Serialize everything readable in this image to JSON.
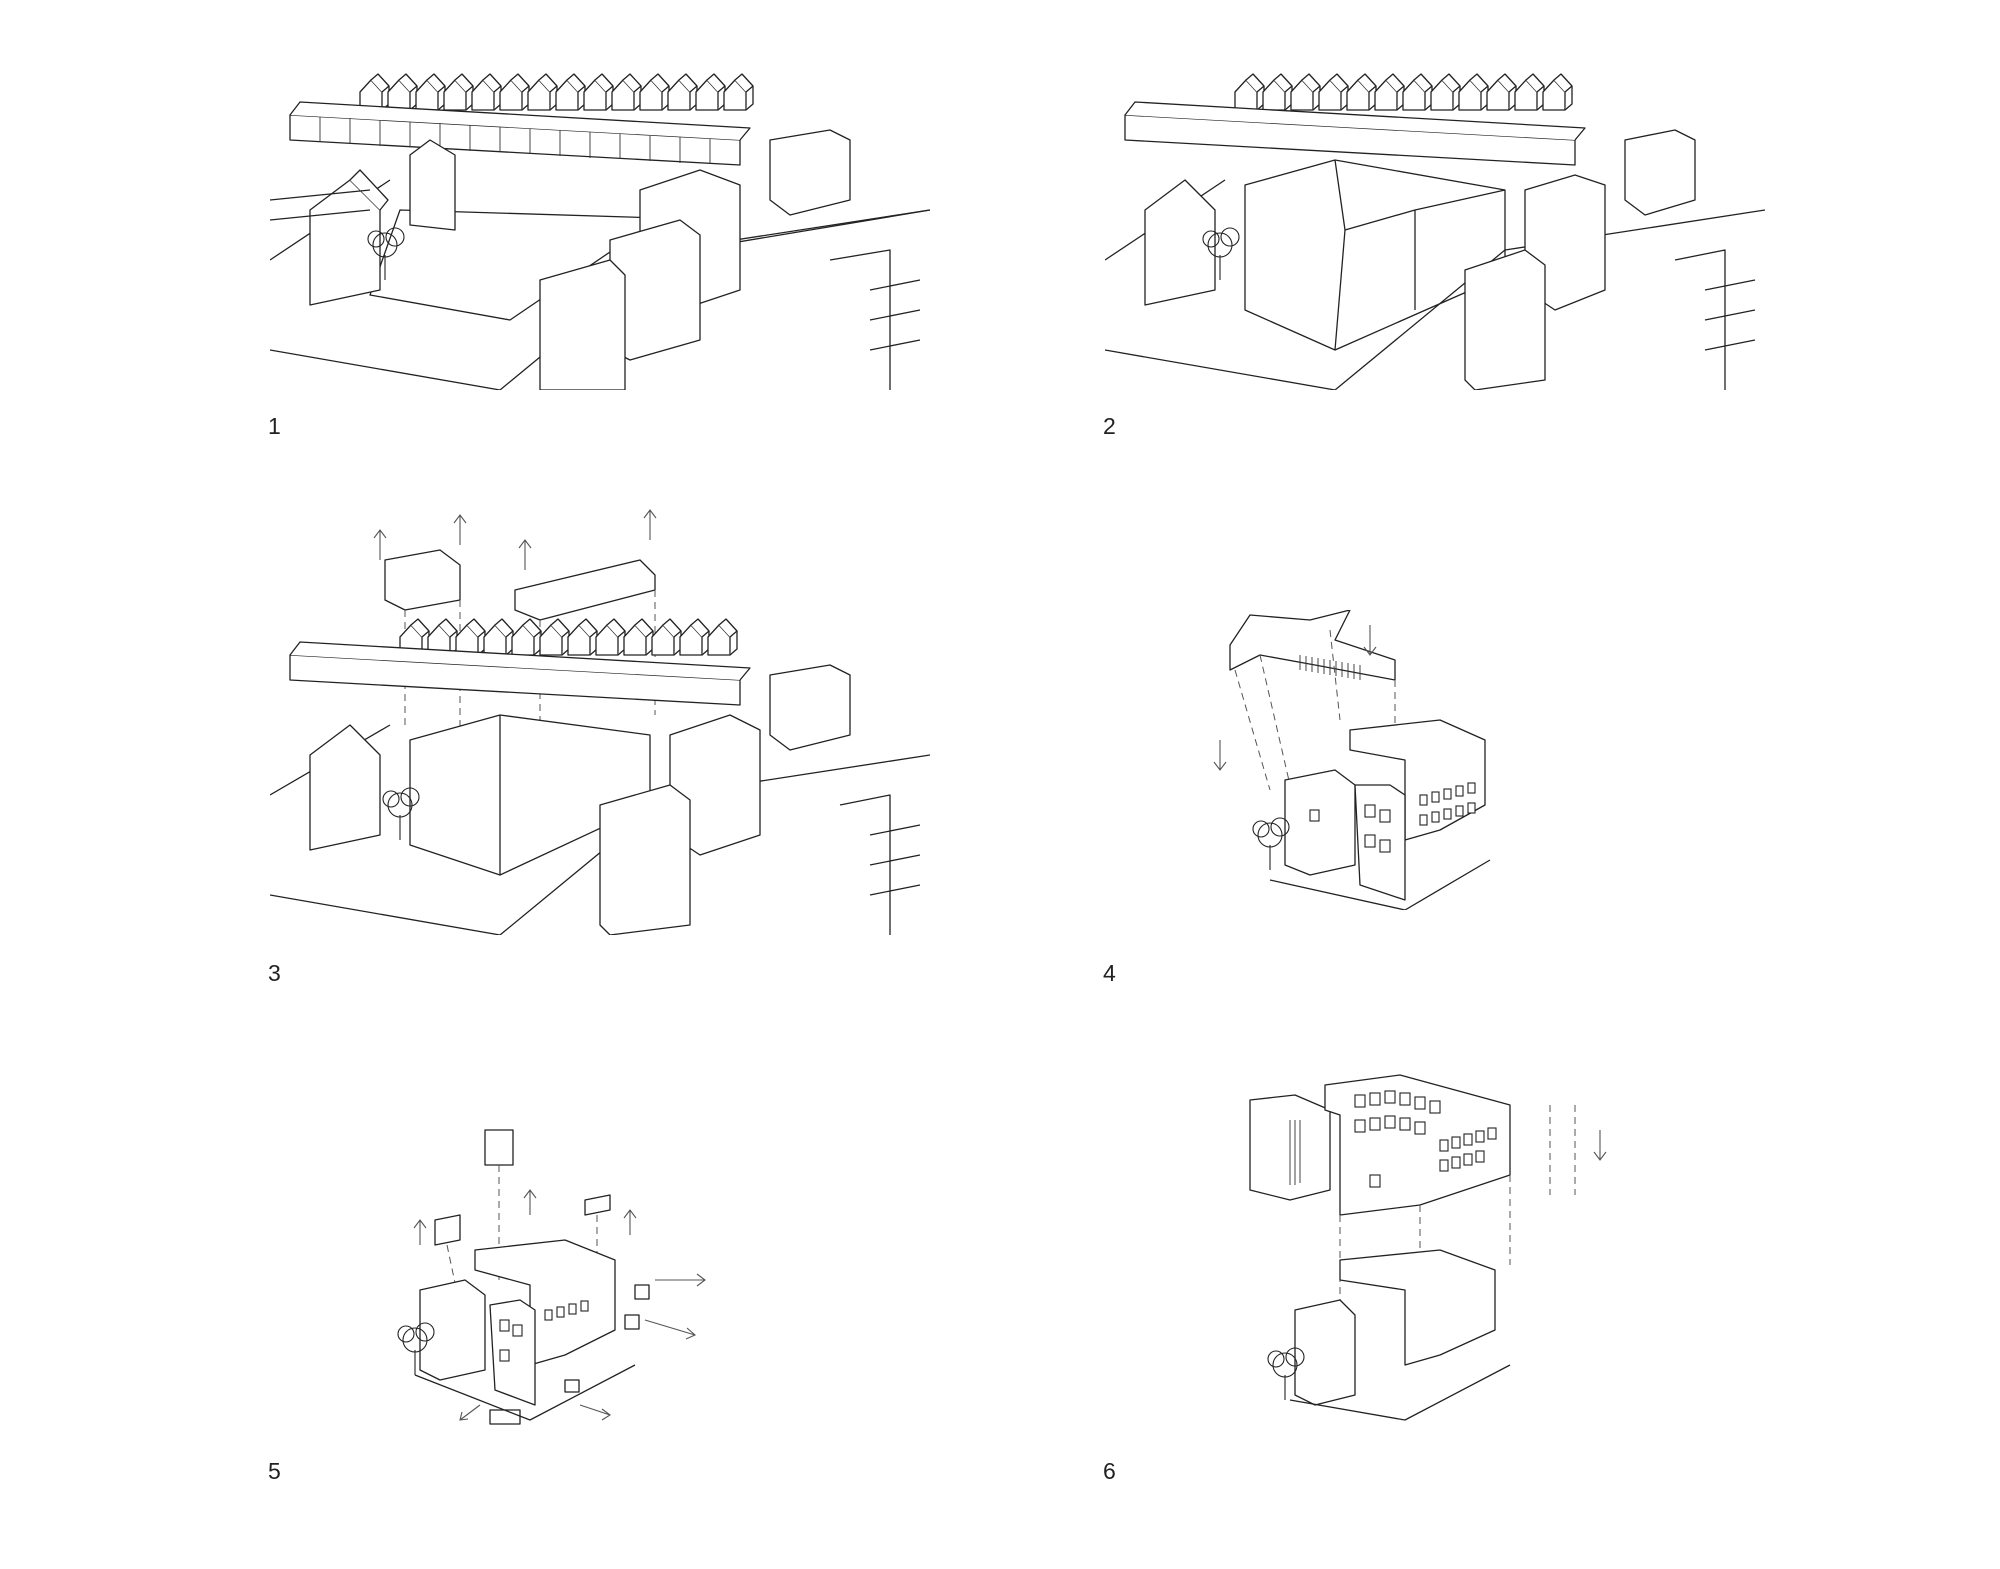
{
  "steps": [
    {
      "label": "1"
    },
    {
      "label": "2"
    },
    {
      "label": "3"
    },
    {
      "label": "4"
    },
    {
      "label": "5"
    },
    {
      "label": "6"
    }
  ],
  "icons": {
    "tree": "tree-icon",
    "arrow": "arrow-icon"
  },
  "colors": {
    "line": "#222222",
    "background": "#ffffff",
    "dash": "#555555"
  }
}
